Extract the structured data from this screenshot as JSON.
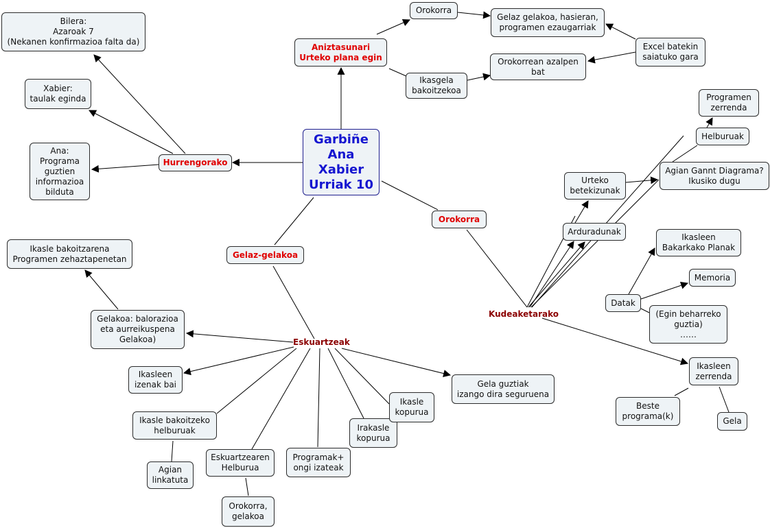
{
  "center": "Garbiñe\nAna\nXabier\nUrriak 10",
  "branches": {
    "aniztasunari": "Aniztasunari\nUrteko plana egin",
    "hurrengorako": "Hurrengorako",
    "orokorra": "Orokorra",
    "gelaz": "Gelaz-gelakoa"
  },
  "aniztasunari_children": {
    "orokorra": "Orokorra",
    "ikasgela": "Ikasgela\nbakoitzekoa",
    "gelaz_gelakoa": "Gelaz gelakoa, hasieran,\nprogramen ezaugarriak",
    "orokorrean": "Orokorrean azalpen\nbat",
    "excel": "Excel batekin\nsaiatuko gara"
  },
  "hurrengorako_children": {
    "bilera": "Bilera:\nAzaroak 7\n(Nekanen konfirmazioa falta da)",
    "xabier": "Xabier:\ntaulak eginda",
    "ana": "Ana:\nPrograma\nguztien\ninformazioa\nbilduta"
  },
  "kudeaketarako": {
    "label": "Kudeaketarako",
    "urteko": "Urteko\nbetekizunak",
    "arduradunak": "Arduradunak",
    "agian_gannt": "Agian Gannt Diagrama?\nIkusiko dugu",
    "helburuak": "Helburuak",
    "programen_zerrenda": "Programen\nzerrenda",
    "ikasleen_bakarkako": "Ikasleen\nBakarkako Planak",
    "datak": "Datak",
    "memoria": "Memoria",
    "egin_beharreko": "(Egin beharreko\nguztia)\n……",
    "ikasleen_zerrenda": "Ikasleen\nzerrenda",
    "beste_programa": "Beste\nprograma(k)",
    "gela": "Gela"
  },
  "eskuartzeak": {
    "label": "Eskuartzeak",
    "ikasle_bakoitzarena": "Ikasle bakoitzarena\nProgramen zehaztapenetan",
    "gelakoa_balorazioa": "Gelakoa: balorazioa\neta aurreikuspena\nGelakoa)",
    "ikasleen_izenak": "Ikasleen\nizenak bai",
    "ikasle_helburuak": "Ikasle bakoitzeko\nhelburuak",
    "agian_linkatuta": "Agian\nlinkatuta",
    "eskuartzearen_helburua": "Eskuartzearen\nHelburua",
    "orokorra_gelakoa": "Orokorra,\ngelakoa",
    "programak_ongi": "Programak+\nongi izateak",
    "irakasle_kopurua": "Irakasle\nkopurua",
    "ikasle_kopurua": "Ikasle\nkopurua",
    "gela_guztiak": "Gela guztiak\nizango dira seguruena"
  }
}
